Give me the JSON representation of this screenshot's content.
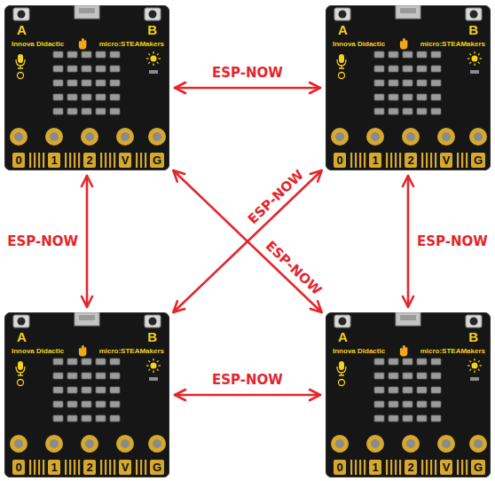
{
  "diagram": {
    "nodes": [
      {
        "text": [
          "A",
          "B",
          "Innova Didactic",
          "micro:STEAMakers",
          "0",
          "1",
          "2",
          "V",
          "G"
        ]
      },
      {
        "text": [
          "A",
          "B",
          "Innova Didactic",
          "micro:STEAMakers",
          "0",
          "1",
          "2",
          "V",
          "G"
        ]
      },
      {
        "text": [
          "A",
          "B",
          "Innova Didactic",
          "micro:STEAMakers",
          "0",
          "1",
          "2",
          "V",
          "G"
        ]
      },
      {
        "text": [
          "A",
          "B",
          "Innova Didactic",
          "micro:STEAMakers",
          "0",
          "1",
          "2",
          "V",
          "G"
        ]
      }
    ],
    "edges": [
      {
        "from": 0,
        "to": 1,
        "label": "ESP-NOW",
        "arrow": "both"
      },
      {
        "from": 0,
        "to": 2,
        "label": "ESP-NOW",
        "arrow": "both"
      },
      {
        "from": 1,
        "to": 3,
        "label": "ESP-NOW",
        "arrow": "both"
      },
      {
        "from": 1,
        "to": 2,
        "label": "ESP-NOW",
        "arrow": "both"
      },
      {
        "from": 0,
        "to": 3,
        "label": "ESP-NOW",
        "arrow": "both"
      },
      {
        "from": 2,
        "to": 3,
        "label": "ESP-NOW",
        "arrow": "both"
      }
    ]
  }
}
